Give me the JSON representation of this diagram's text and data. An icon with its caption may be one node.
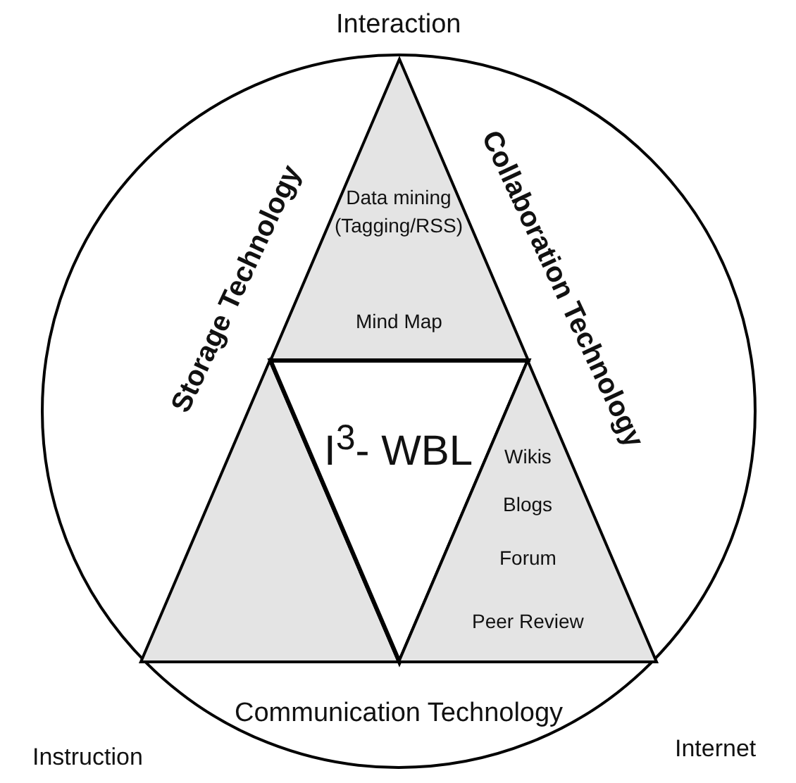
{
  "diagram": {
    "nodes": [
      {
        "text": [],
        "shape": "circle"
      },
      {
        "text": [
          "Data mining (Tagging/RSS)",
          "Mind Map"
        ],
        "in": 0
      },
      {
        "text": [],
        "shape": "triangle",
        "in": 0
      },
      {
        "text": [
          "I$^{3}$- WBL"
        ],
        "in": 0
      },
      {
        "text": [
          "Wikis",
          "Blogs",
          "Forum",
          "Peer Review"
        ],
        "in": 0
      }
    ],
    "labels": [
      "Interaction",
      "Storage Technology",
      "Collaboration Technology",
      "Communication Technology",
      "Instruction",
      "Internet"
    ]
  }
}
